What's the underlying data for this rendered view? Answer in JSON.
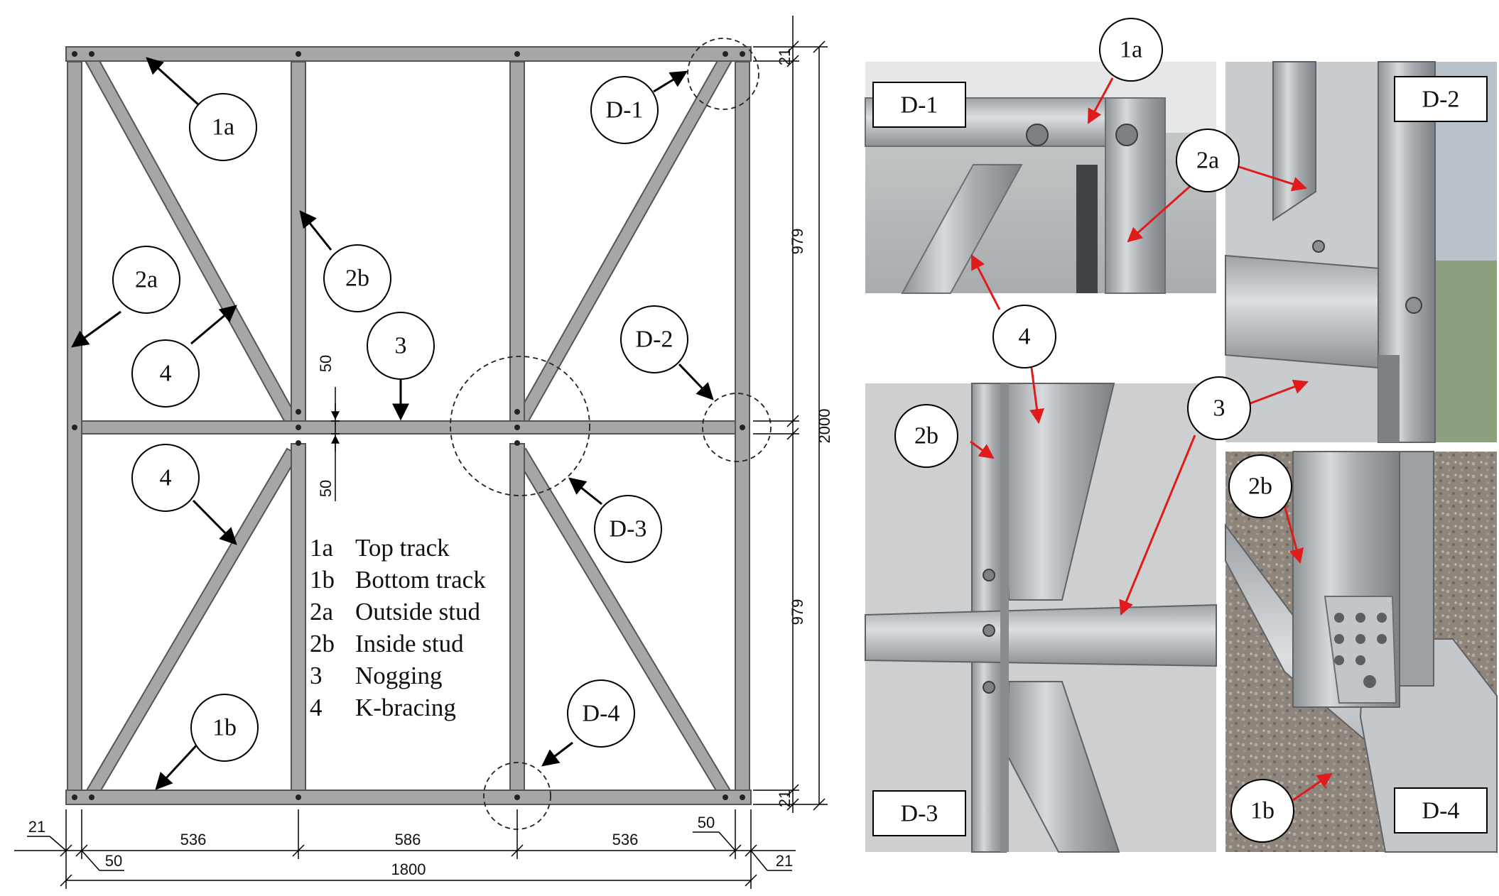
{
  "callouts": {
    "c1a": "1a",
    "c1b": "1b",
    "c2a": "2a",
    "c2b": "2b",
    "c3": "3",
    "c4_upper": "4",
    "c4_lower": "4",
    "d1": "D-1",
    "d2": "D-2",
    "d3": "D-3",
    "d4": "D-4"
  },
  "legend": [
    {
      "code": "1a",
      "text": "Top track"
    },
    {
      "code": "1b",
      "text": "Bottom track"
    },
    {
      "code": "2a",
      "text": "Outside stud"
    },
    {
      "code": "2b",
      "text": "Inside stud"
    },
    {
      "code": "3",
      "text": "Nogging"
    },
    {
      "code": "4",
      "text": "K-bracing"
    }
  ],
  "dimensions": {
    "bottom_left_21": "21",
    "bottom_left_50": "50",
    "span_left": "536",
    "span_middle": "586",
    "span_right": "536",
    "bottom_right_50": "50",
    "bottom_right_21": "21",
    "total_width": "1800",
    "right_top_21": "21",
    "right_upper_979": "979",
    "right_lower_979": "979",
    "right_bottom_21": "21",
    "total_height": "2000",
    "nogging_50_top": "50",
    "nogging_50_bottom": "50"
  },
  "photos": {
    "d1": {
      "tag": "D-1",
      "labels": {
        "l1a": "1a",
        "l4": "4"
      }
    },
    "d2": {
      "tag": "D-2",
      "labels": {
        "l2a": "2a",
        "l3": "3"
      }
    },
    "d3": {
      "tag": "D-3",
      "labels": {
        "l2b": "2b"
      }
    },
    "d4": {
      "tag": "D-4",
      "labels": {
        "l2b": "2b",
        "l1b": "1b"
      }
    }
  },
  "colors": {
    "member": "#a6a6a6",
    "arrow_red": "#e01b1b",
    "galvanized": "#b9bcbf"
  }
}
